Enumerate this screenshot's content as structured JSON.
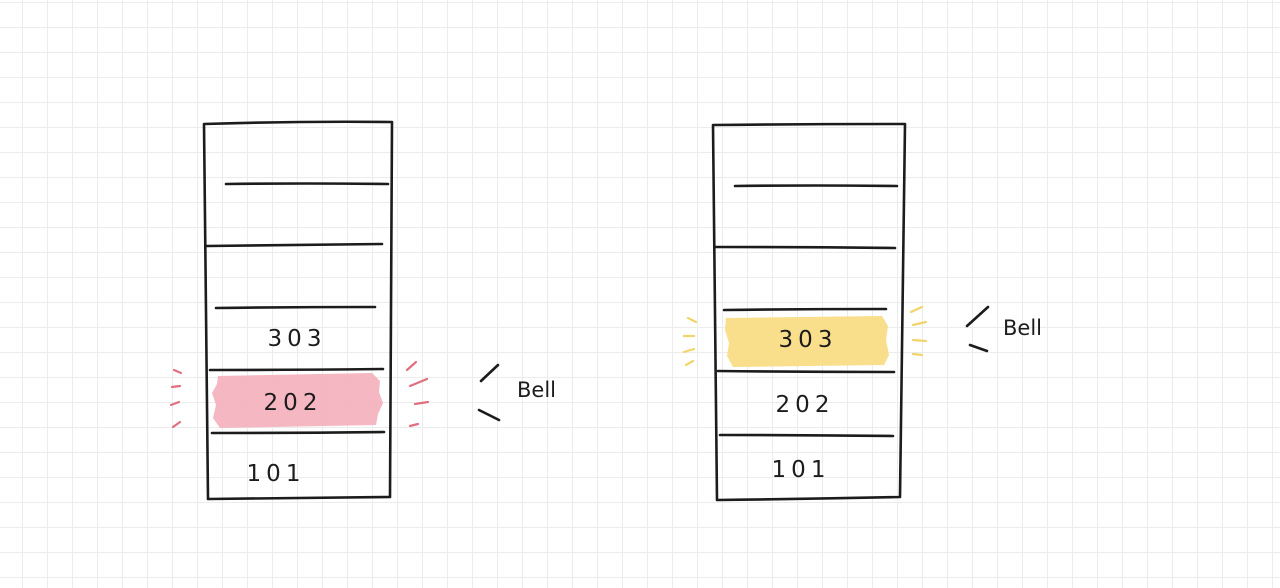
{
  "colors": {
    "ink": "#1c1c1c",
    "grid": "#ececec",
    "pink_highlight": "#f4b3bf",
    "pink_spark": "#e0707f",
    "yellow_highlight": "#f9dc85",
    "yellow_spark": "#f2d46a"
  },
  "left_building": {
    "floors": [
      "",
      "",
      "303",
      "202",
      "101"
    ],
    "highlighted_floor": "202",
    "bell_label": "Bell"
  },
  "right_building": {
    "floors": [
      "",
      "",
      "303",
      "202",
      "101"
    ],
    "highlighted_floor": "303",
    "bell_label": "Bell"
  }
}
